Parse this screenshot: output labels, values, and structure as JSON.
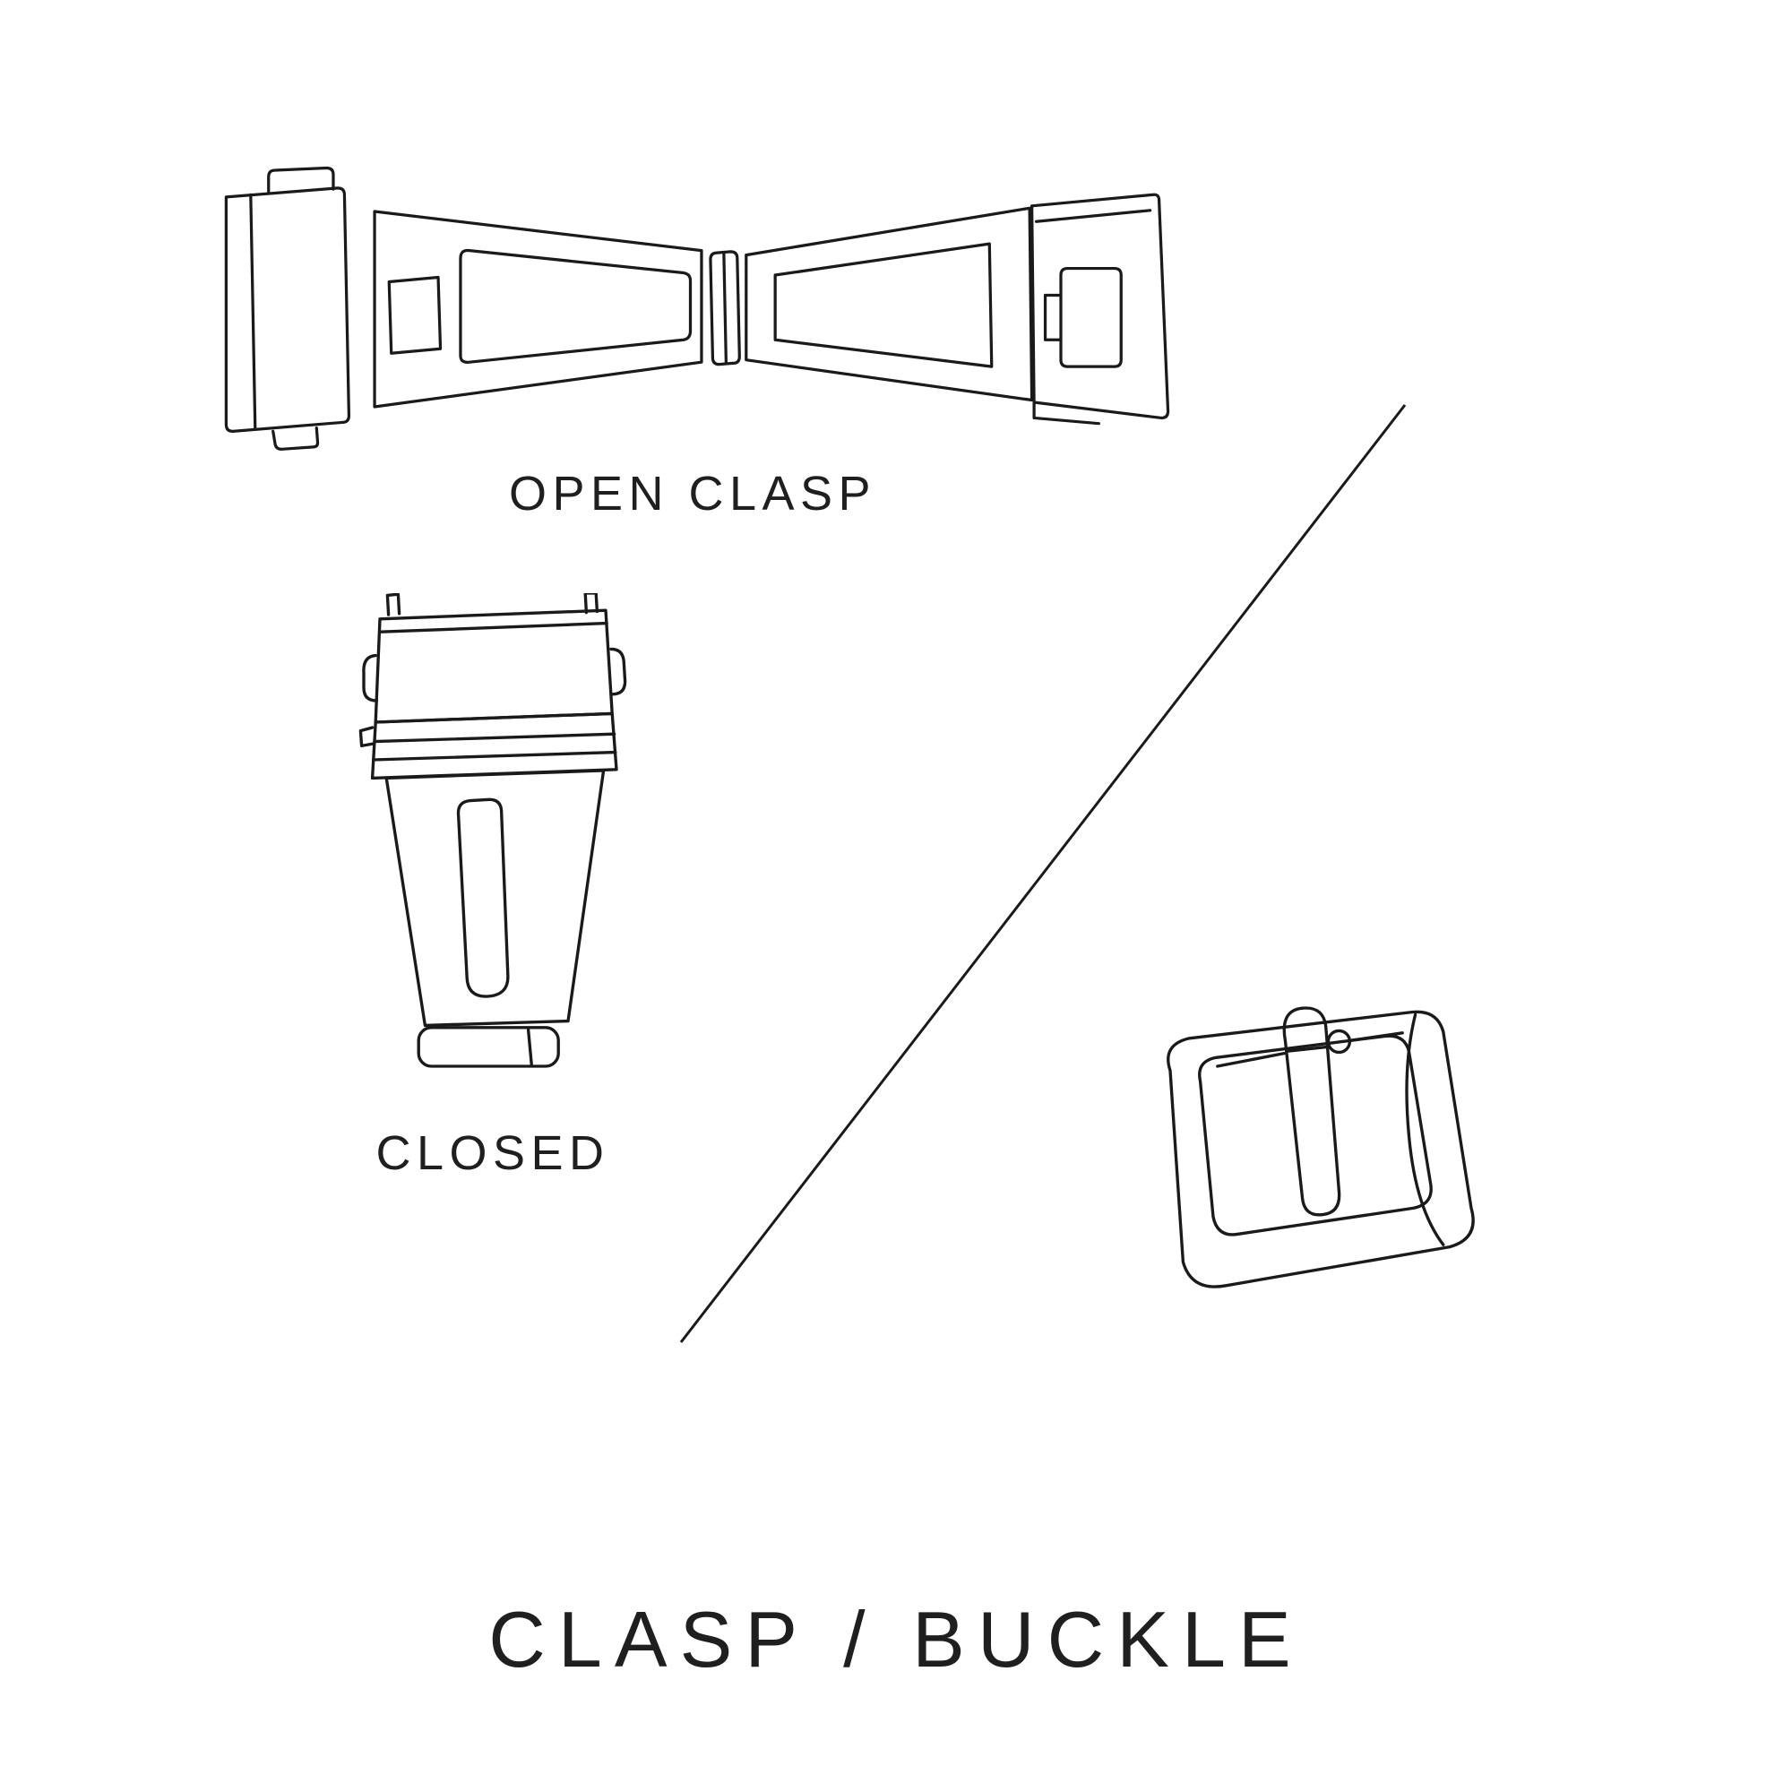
{
  "title": "CLASP / BUCKLE",
  "colors": {
    "background": "#ffffff",
    "line": "#1a1a1a",
    "text": "#1f1f1f"
  },
  "figures": {
    "open_clasp": {
      "label": "OPEN CLASP"
    },
    "closed_clasp": {
      "label": "CLOSED"
    },
    "pin_buckle": {
      "label": ""
    }
  }
}
